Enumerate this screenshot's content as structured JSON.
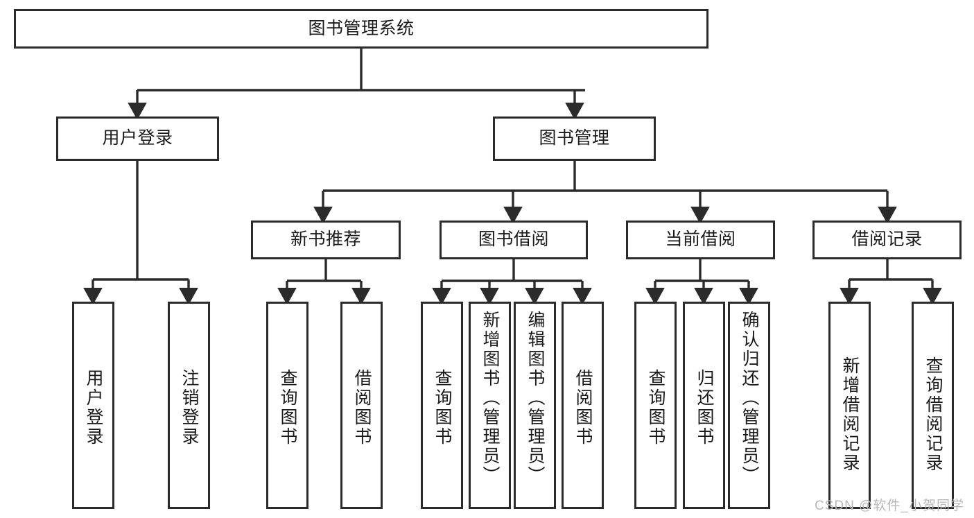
{
  "diagram": {
    "title": "图书管理系统",
    "type": "tree-hierarchy-diagram",
    "colors": {
      "box_border": "#2b2b2b",
      "box_fill": "#ffffff",
      "connector": "#2b2b2b",
      "background": "#ffffff",
      "watermark": "#b8b8b8"
    },
    "root": {
      "id": "root",
      "label": "图书管理系统"
    },
    "level2": [
      {
        "id": "user-login",
        "label": "用户登录"
      },
      {
        "id": "book-management",
        "label": "图书管理"
      }
    ],
    "level3": [
      {
        "id": "new-book-recommend",
        "label": "新书推荐"
      },
      {
        "id": "book-borrow",
        "label": "图书借阅"
      },
      {
        "id": "current-borrow",
        "label": "当前借阅"
      },
      {
        "id": "borrow-record",
        "label": "借阅记录"
      }
    ],
    "leaves": {
      "user_login": [
        {
          "id": "leaf-user-login",
          "label": "用户登录"
        },
        {
          "id": "leaf-logout",
          "label": "注销登录"
        }
      ],
      "new_book_recommend": [
        {
          "id": "leaf-query-book-1",
          "label": "查询图书"
        },
        {
          "id": "leaf-borrow-book-1",
          "label": "借阅图书"
        }
      ],
      "book_borrow": [
        {
          "id": "leaf-query-book-2",
          "label": "查询图书"
        },
        {
          "id": "leaf-add-book",
          "label": "新增图书（管理员）"
        },
        {
          "id": "leaf-edit-book",
          "label": "编辑图书（管理员）"
        },
        {
          "id": "leaf-borrow-book-2",
          "label": "借阅图书"
        }
      ],
      "current_borrow": [
        {
          "id": "leaf-query-book-3",
          "label": "查询图书"
        },
        {
          "id": "leaf-return-book",
          "label": "归还图书"
        },
        {
          "id": "leaf-confirm-return",
          "label": "确认归还（管理员）"
        }
      ],
      "borrow_record": [
        {
          "id": "leaf-add-record",
          "label": "新增借阅记录"
        },
        {
          "id": "leaf-query-record",
          "label": "查询借阅记录"
        }
      ]
    },
    "watermark": "CSDN @软件_小贺同学"
  }
}
